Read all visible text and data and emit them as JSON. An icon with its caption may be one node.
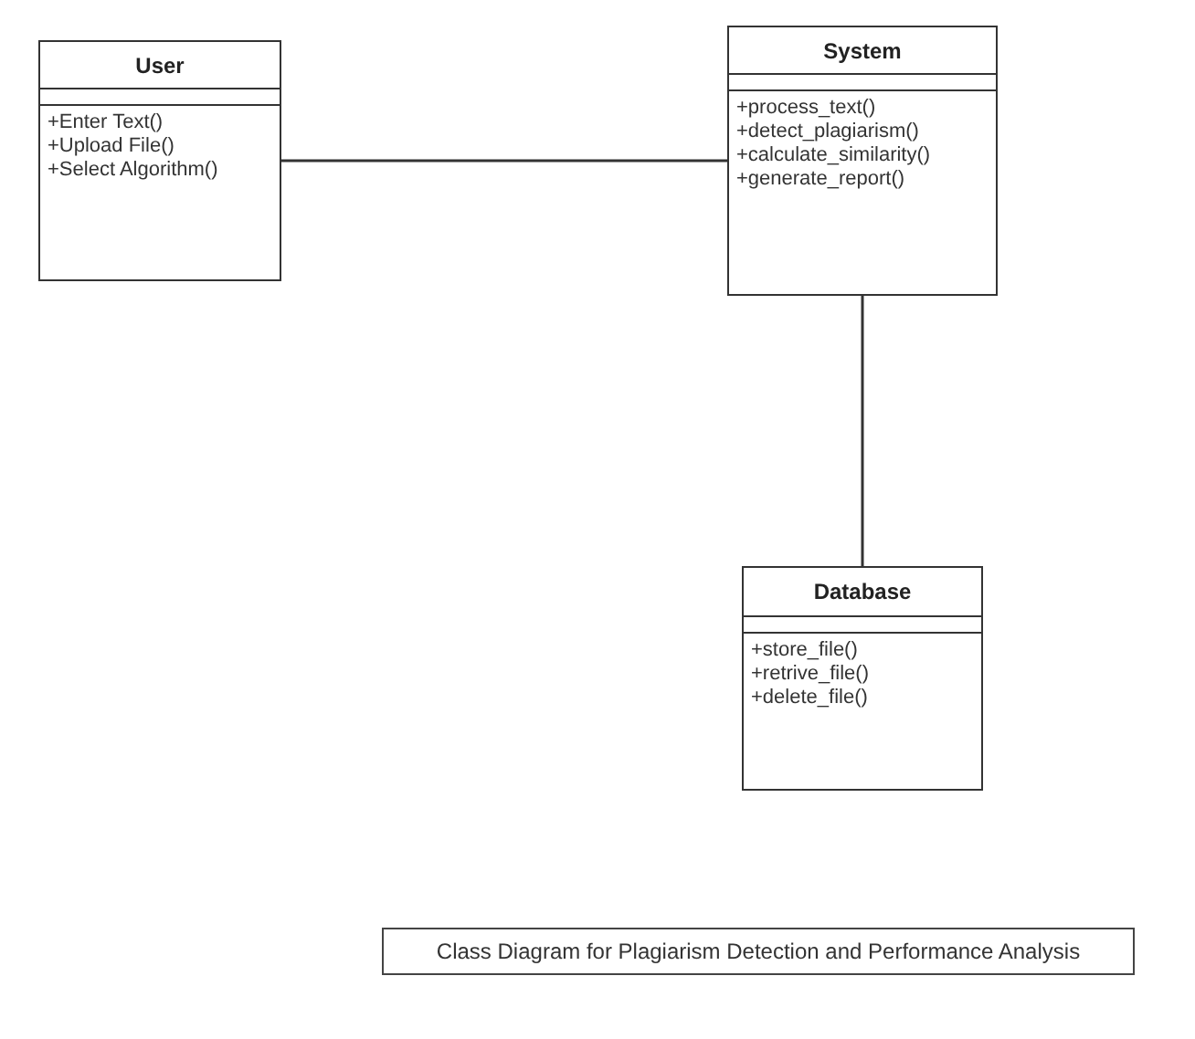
{
  "diagram": {
    "nodes": [
      {
        "text": [
          "User",
          "+Enter Text()",
          "+Upload File()",
          "+Select Algorithm()"
        ]
      },
      {
        "text": [
          "System",
          "+process_text()",
          "+detect_plagiarism()",
          "+calculate_similarity()",
          "+generate_report()"
        ]
      },
      {
        "text": [
          "Database",
          "+store_file()",
          "+retrive_file()",
          "+delete_file()"
        ]
      },
      {
        "text": [
          "Class Diagram for Plagiarism Detection and Performance Analysis"
        ]
      }
    ],
    "edges": [
      {
        "from": 0,
        "to": 1,
        "arrow": "none"
      },
      {
        "from": 1,
        "to": 2,
        "arrow": "none"
      }
    ]
  }
}
